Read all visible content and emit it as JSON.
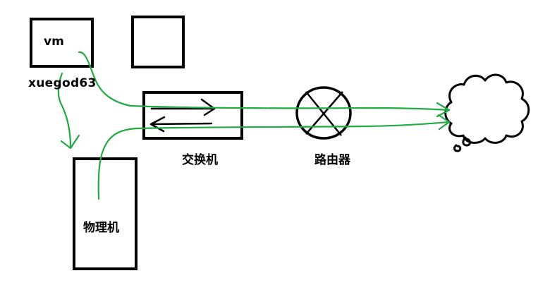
{
  "labels": {
    "vm": "vm",
    "vm_host": "xuegod63",
    "switch": "交换机",
    "router": "路由器",
    "physical_machine": "物理机"
  },
  "colors": {
    "stroke": "#000000",
    "flow": "#22aa44",
    "background": "#ffffff"
  },
  "icons": {
    "router": "router-cross-circle-icon",
    "internet": "cloud-icon",
    "switch": "double-arrow-icon"
  }
}
